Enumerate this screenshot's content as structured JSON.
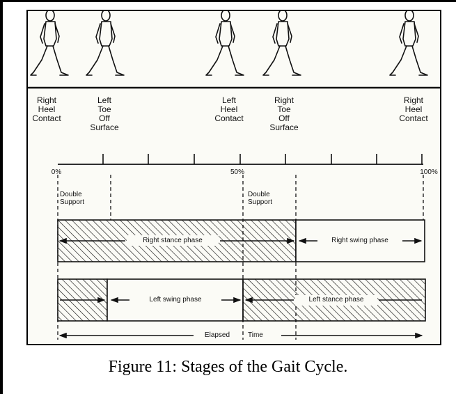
{
  "events": [
    {
      "id": "right-heel-contact-start",
      "label": "Right\nHeel\nContact"
    },
    {
      "id": "left-toe-off",
      "label": "Left\nToe\nOff\nSurface"
    },
    {
      "id": "left-heel-contact",
      "label": "Left\nHeel\nContact"
    },
    {
      "id": "right-toe-off",
      "label": "Right\nToe\nOff\nSurface"
    },
    {
      "id": "right-heel-contact-end",
      "label": "Right\nHeel\nContact"
    }
  ],
  "scale": {
    "start": "0%",
    "mid": "50%",
    "end": "100%"
  },
  "support": {
    "first": "Double\nSupport",
    "second": "Double\nSupport"
  },
  "phases": {
    "right_stance": "Right stance phase",
    "right_swing": "Right swing phase",
    "left_swing": "Left swing phase",
    "left_stance": "Left stance phase"
  },
  "elapsed": {
    "word1": "Elapsed",
    "word2": "Time"
  },
  "caption": "Figure 11:  Stages of the Gait Cycle.",
  "colors": {
    "ink": "#111111",
    "paper": "#fbfbf6"
  }
}
